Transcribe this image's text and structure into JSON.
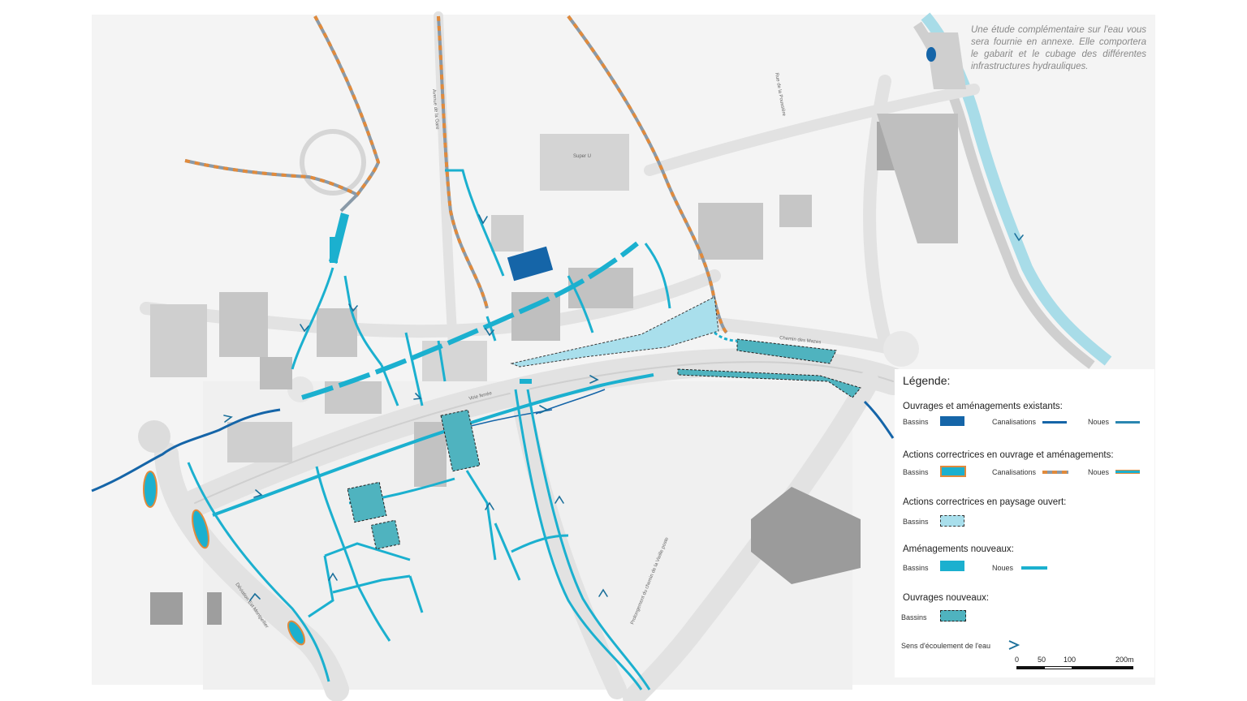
{
  "note": "Une étude complémentaire sur l'eau vous sera fournie en annexe. Elle comportera le gabarit et le cubage des différentes infrastructures hydrauliques.",
  "street_labels": {
    "voie_ferree": "Voie ferrée",
    "chemin_mazes": "Chemin des Mazes",
    "rue_poussieres": "Rue de la Poussière",
    "deviation_montpellier": "Déviation Est Montpellier",
    "prolongement": "Prolongement du chemin de la Vieille poste",
    "avenue_gare": "Avenue de la Gare",
    "super_u": "Super U"
  },
  "legend": {
    "title": "Légende:",
    "sections": [
      {
        "label": "Ouvrages et aménagements existants:",
        "items": [
          {
            "label": "Bassins",
            "swatch": "basin-existing"
          },
          {
            "label": "Canalisations",
            "swatch": "pipe-existing"
          },
          {
            "label": "Noues",
            "swatch": "swale-existing"
          }
        ]
      },
      {
        "label": "Actions correctrices en ouvrage et aménagements:",
        "items": [
          {
            "label": "Bassins",
            "swatch": "basin-corrective"
          },
          {
            "label": "Canalisations",
            "swatch": "pipe-corrective"
          },
          {
            "label": "Noues",
            "swatch": "swale-corrective"
          }
        ]
      },
      {
        "label": "Actions correctrices en paysage ouvert:",
        "items": [
          {
            "label": "Bassins",
            "swatch": "basin-landscape"
          }
        ]
      },
      {
        "label": "Aménagements nouveaux:",
        "items": [
          {
            "label": "Bassins",
            "swatch": "basin-new"
          },
          {
            "label": "Noues",
            "swatch": "swale-new"
          }
        ]
      },
      {
        "label": "Ouvrages nouveaux:",
        "items": [
          {
            "label": "Bassins",
            "swatch": "basin-new-work"
          }
        ]
      }
    ],
    "flow_label": "Sens d'écoulement de l'eau",
    "flow_icon": "chevron-right-icon"
  },
  "scale": {
    "ticks": [
      "0",
      "50",
      "100",
      "200m"
    ]
  },
  "colors": {
    "existing": "#1565a8",
    "new": "#1bb0cf",
    "corrective_orange": "#e08a3c",
    "landscape": "#a9dfec",
    "new_work": "#4fb3bf",
    "river": "#a8dce8",
    "road": "#d9d9d9",
    "building": "#b9b9b9"
  }
}
